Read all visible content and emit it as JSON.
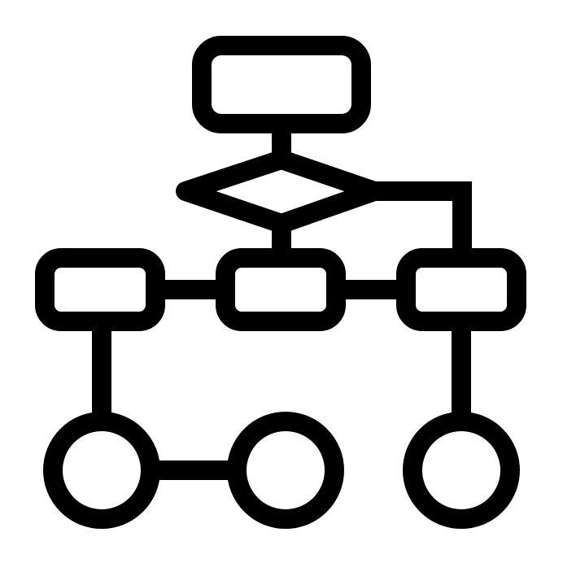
{
  "diagram": {
    "kind": "flowchart-icon",
    "colors": {
      "stroke": "#000000",
      "fill": "#ffffff",
      "background": "#ffffff"
    },
    "nodes": [
      {
        "id": "start-box",
        "shape": "rounded-rectangle",
        "label": ""
      },
      {
        "id": "decision-diamond",
        "shape": "diamond",
        "label": ""
      },
      {
        "id": "left-box",
        "shape": "rounded-rectangle",
        "label": ""
      },
      {
        "id": "center-box",
        "shape": "rounded-rectangle",
        "label": ""
      },
      {
        "id": "right-box",
        "shape": "rounded-rectangle",
        "label": ""
      },
      {
        "id": "bottom-left-circle",
        "shape": "circle",
        "label": ""
      },
      {
        "id": "bottom-middle-circle",
        "shape": "circle",
        "label": ""
      },
      {
        "id": "bottom-right-circle",
        "shape": "circle",
        "label": ""
      }
    ],
    "edges": [
      {
        "from": "start-box",
        "to": "decision-diamond"
      },
      {
        "from": "decision-diamond",
        "to": "center-box"
      },
      {
        "from": "decision-diamond",
        "to": "right-box"
      },
      {
        "from": "left-box",
        "to": "center-box"
      },
      {
        "from": "center-box",
        "to": "right-box"
      },
      {
        "from": "left-box",
        "to": "bottom-left-circle"
      },
      {
        "from": "bottom-left-circle",
        "to": "bottom-middle-circle"
      },
      {
        "from": "right-box",
        "to": "bottom-right-circle"
      }
    ]
  }
}
